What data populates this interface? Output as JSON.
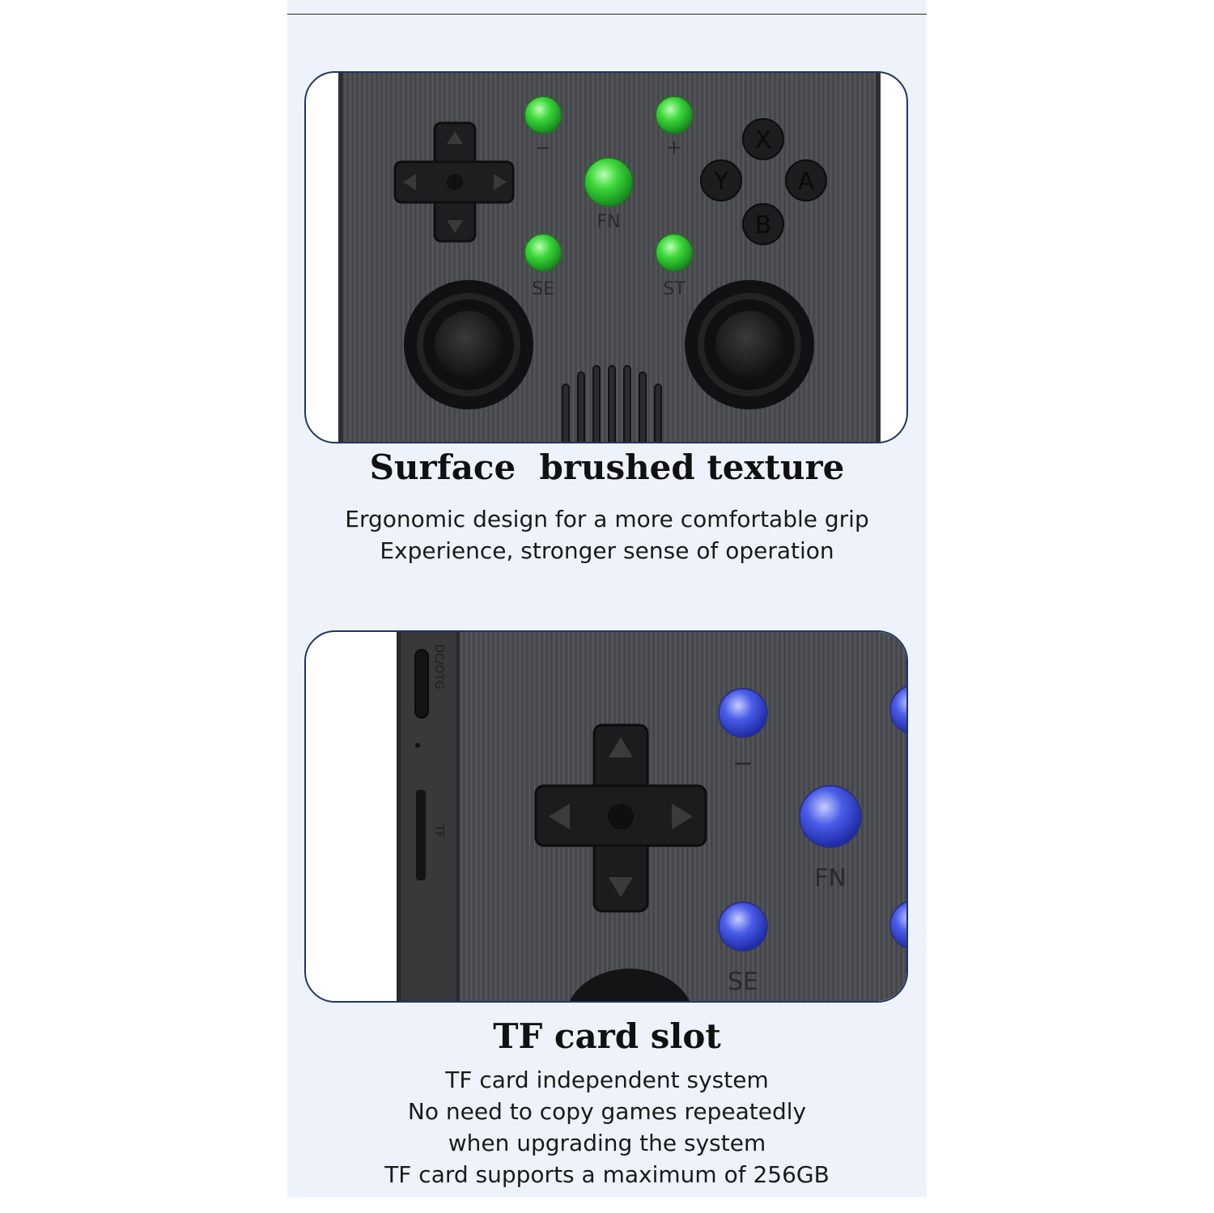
{
  "sections": [
    {
      "title": "Surface  brushed texture",
      "lines": [
        "Ergonomic design for a more comfortable grip",
        "Experience, stronger sense of operation"
      ]
    },
    {
      "title": "TF card slot",
      "lines": [
        "TF card independent system",
        "No need to copy games repeatedly",
        "when upgrading the system",
        "TF card supports a maximum of 256GB"
      ]
    }
  ],
  "controller_labels": {
    "minus": "−",
    "plus": "+",
    "fn": "FN",
    "select": "SE",
    "start": "ST",
    "button_x": "X",
    "button_y": "Y",
    "button_a": "A",
    "button_b": "B",
    "port_label": "DC/OTG",
    "slot_label": "TF"
  },
  "colors": {
    "frame_border": "#1f3566",
    "panel_background": "#eef3fb",
    "body_metal": "#4a4b4f",
    "green_button": "#35d13a",
    "blue_button": "#4a5de8"
  }
}
